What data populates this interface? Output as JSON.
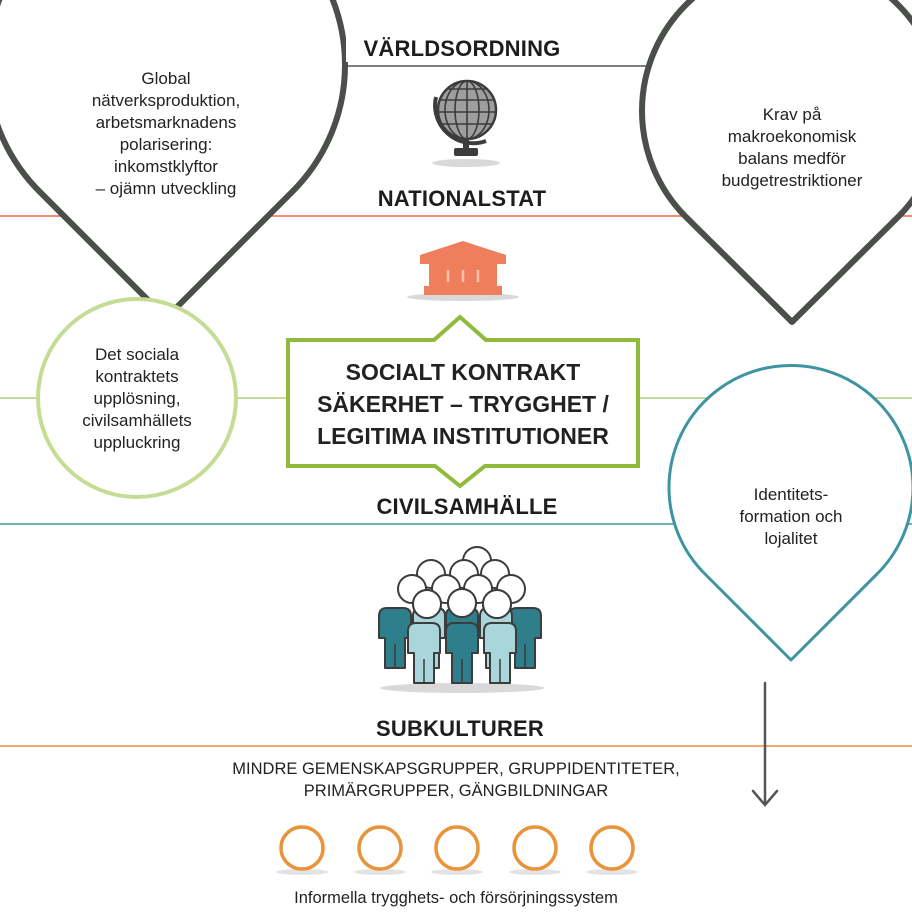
{
  "levels": {
    "world": "VÄRLDSORDNING",
    "nation": "NATIONALSTAT",
    "civil": "CIVILSAMHÄLLE",
    "sub": "SUBKULTURER"
  },
  "bubbles": {
    "global": [
      "Global",
      "nätverksproduktion,",
      "arbetsmarknadens",
      "polarisering:",
      "inkomstklyftor",
      "– ojämn utveckling"
    ],
    "krav": [
      "Krav på",
      "makroekonomisk",
      "balans medför",
      "budgetrestriktioner"
    ],
    "social": [
      "Det sociala",
      "kontraktets",
      "upplösning,",
      "civilsamhällets",
      "uppluckring"
    ],
    "identitet": [
      "Identitets-",
      "formation och",
      "lojalitet"
    ]
  },
  "center_box": [
    "SOCIALT KONTRAKT",
    "SÄKERHET – TRYGGHET /",
    "LEGITIMA INSTITUTIONER"
  ],
  "subcultures": [
    "MINDRE GEMENSKAPSGRUPPER, GRUPPIDENTITETER,",
    "PRIMÄRGRUPPER, GÄNGBILDNINGAR"
  ],
  "footer": "Informella trygghets- och försörjningssystem",
  "colors": {
    "world_line": "#555555",
    "nation_line": "#e8694a",
    "social_line": "#b5cf7a",
    "civil_line": "#3f9aa8",
    "sub_line": "#e8913a",
    "dark_bubble": "#4a4f4a",
    "green": "#8fba3c",
    "light_green": "#c5dc95",
    "teal": "#3e95a1",
    "orange": "#e9943a",
    "coral": "#ef7f5c"
  },
  "icons": [
    "globe-icon",
    "bank-building-icon",
    "people-crowd-icon",
    "ring-icon"
  ]
}
